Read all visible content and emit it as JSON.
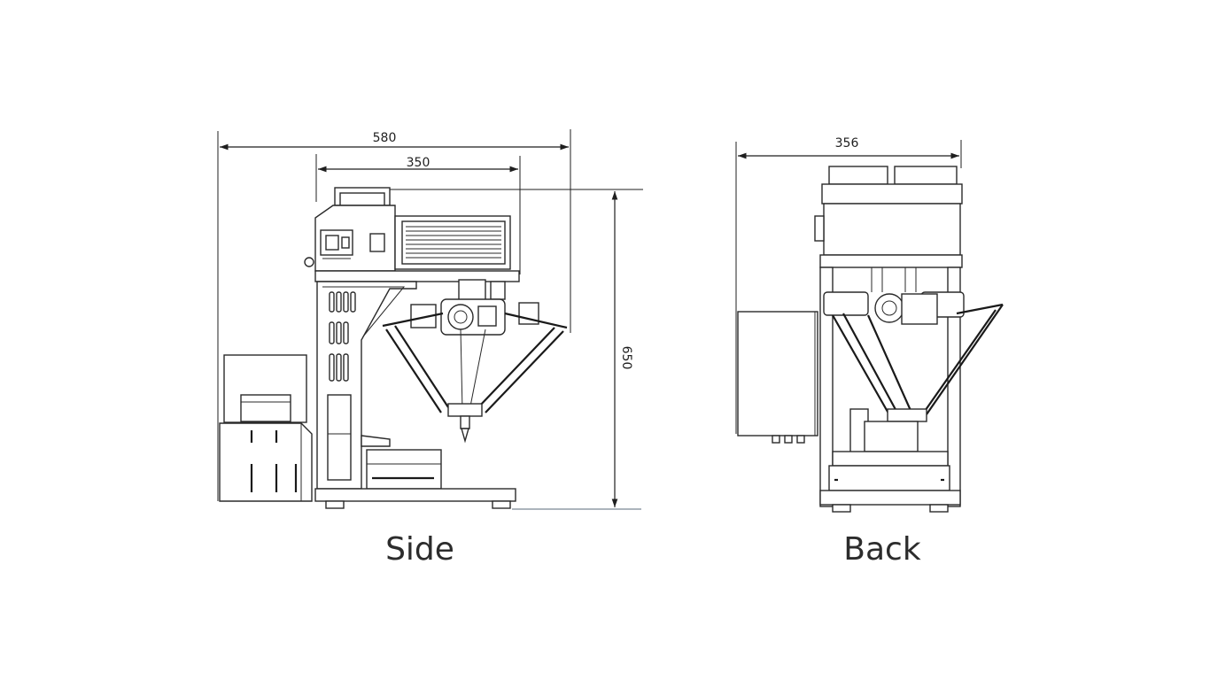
{
  "views": [
    {
      "caption": "Side",
      "dimensions": {
        "overall_width": "580",
        "frame_width": "350",
        "height": "650"
      }
    },
    {
      "caption": "Back",
      "dimensions": {
        "width": "356"
      }
    }
  ],
  "colors": {
    "line": "#2a2a2a",
    "background": "#ffffff",
    "caption": "#2c2c2c"
  }
}
